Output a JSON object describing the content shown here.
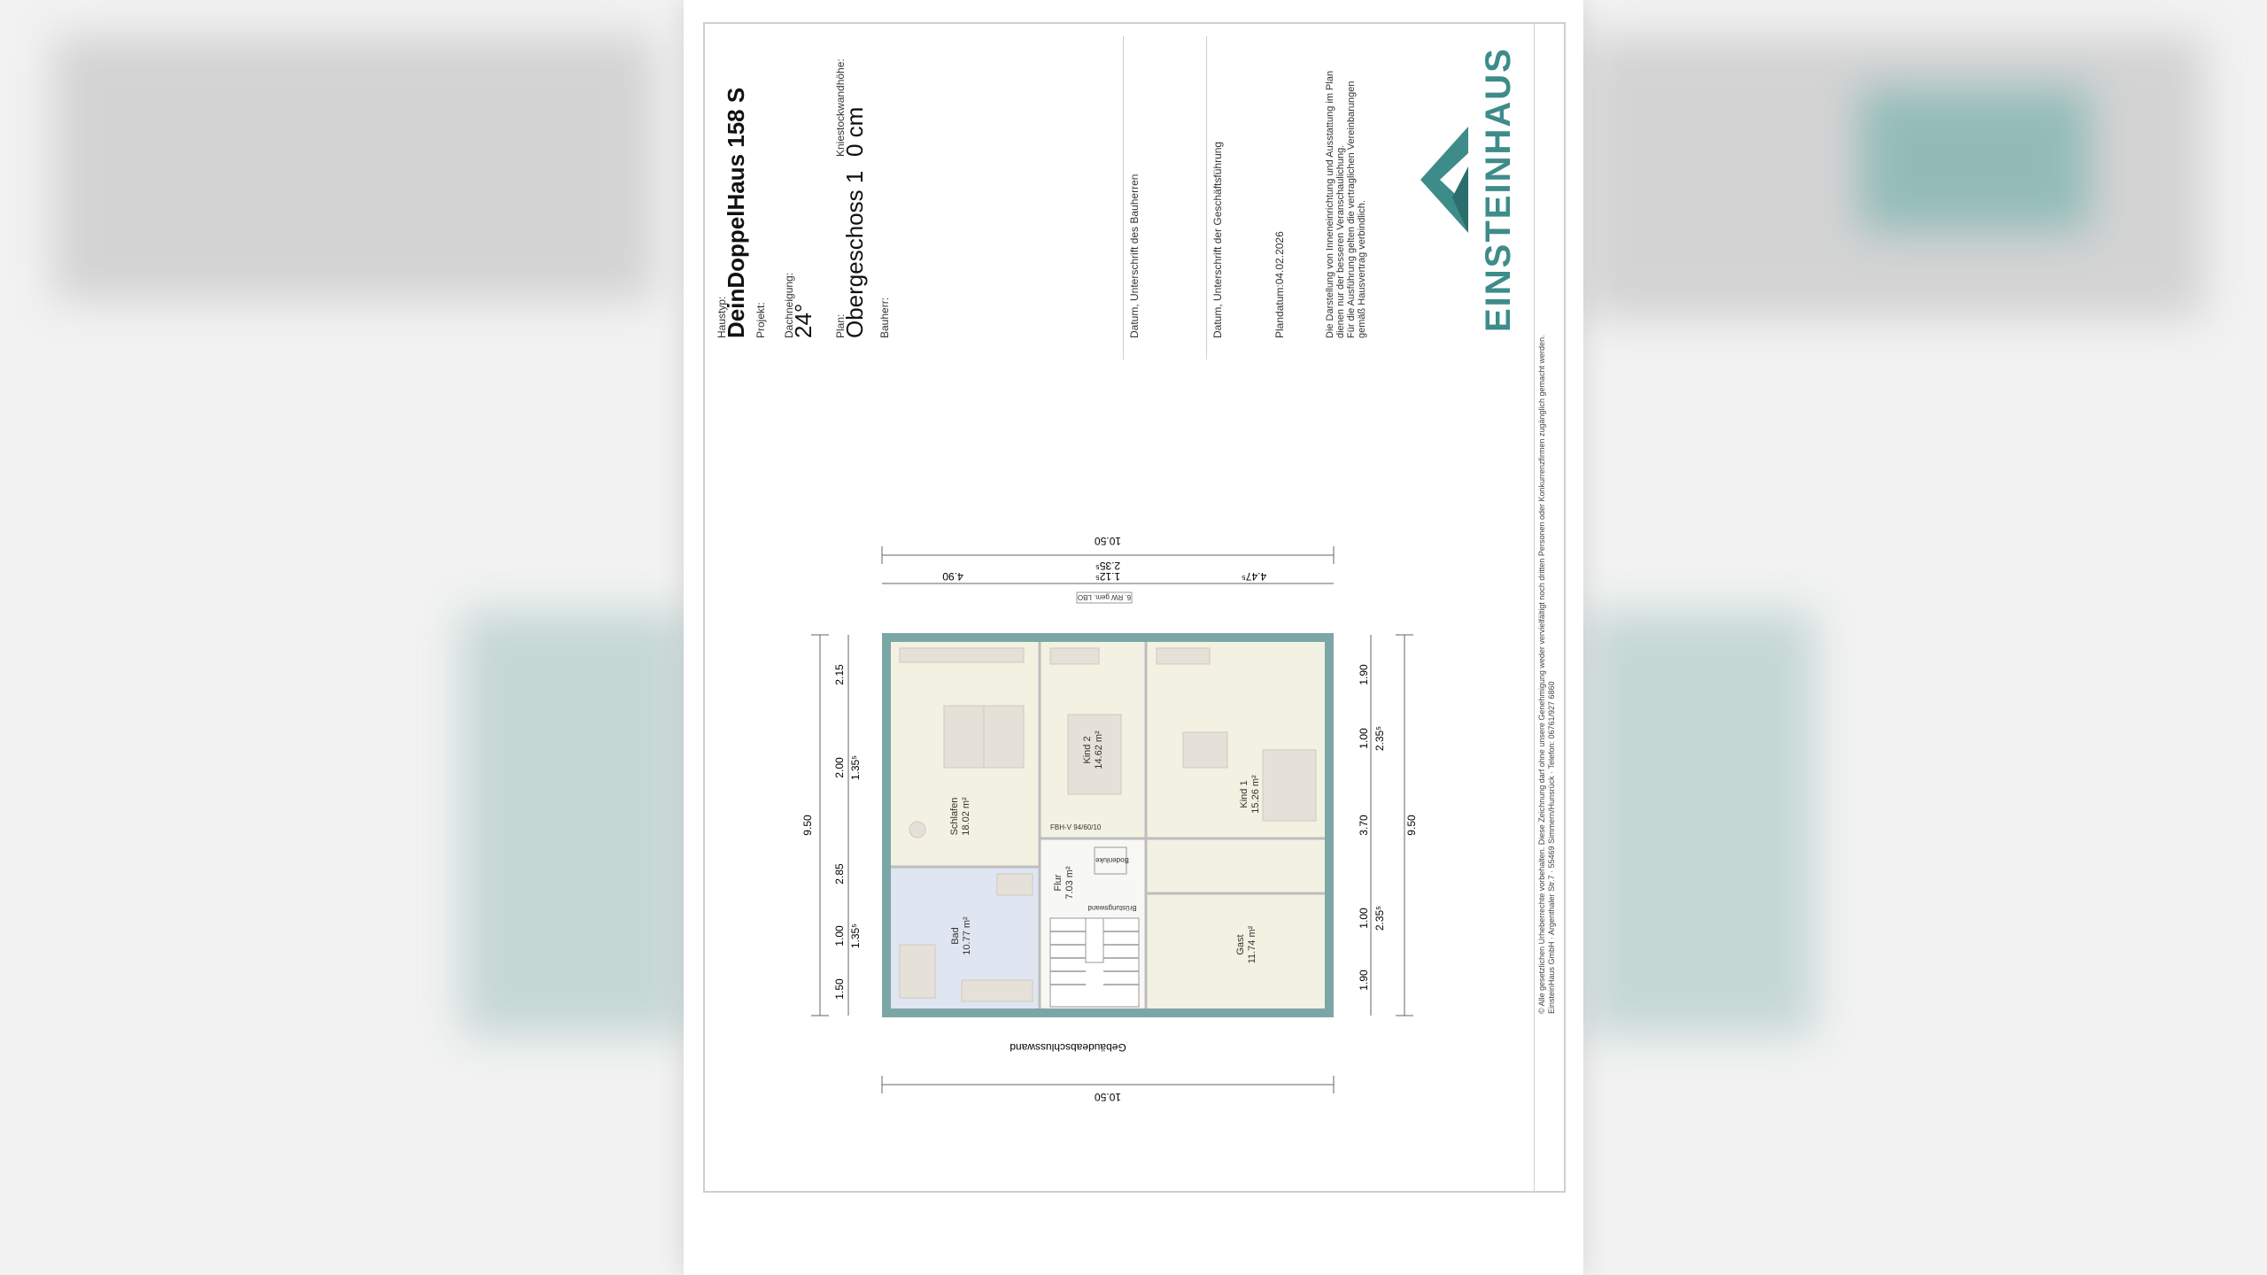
{
  "title_block": {
    "haustyp_label": "Haustyp:",
    "haustyp_value": "DeinDoppelHaus 158 S",
    "projekt_label": "Projekt:",
    "dachneigung_label": "Dachneigung:",
    "dachneigung_value": "24°",
    "kniestock_label": "Kniestockwandhöhe:",
    "kniestock_value": "0 cm",
    "plan_label": "Plan:",
    "plan_value": "Obergeschoss 1",
    "bauherr_label": "Bauherr:",
    "sig_bauherren": "Datum, Unterschrift des Bauherren",
    "sig_geschaeftsfuehrung": "Datum, Unterschrift der Geschäftsführung",
    "plandatum": "Plandatum:04.02.2026",
    "disclaimer": [
      "Die Darstellung von Inneneinrichtung und Ausstattung im Plan",
      "dienen nur der besseren Veranschaulichung.",
      "Für die Ausführung gelten die vertraglichen Vereinbarungen",
      "gemäß Hausvertrag verbindlich."
    ],
    "logo": "EINSTEINHAUS",
    "logo_color": "#3d8c8a",
    "copyright": [
      "© Alle gesetzlichen Urheberrechte vorbehalten. Diese Zeichnung darf ohne unsere Genehmigung weder vervielfältigt noch dritten Personen oder Konkurrenzfirmen zugänglich gemacht werden.",
      "EinsteinHaus GmbH · Argenthaler Str.7 · 55469 Simmern/Hunsrück · Telefon: 06761/927 6860"
    ]
  },
  "floorplan": {
    "rooms": [
      {
        "name": "Schlafen",
        "area": "18.02 m²"
      },
      {
        "name": "Kind 2",
        "area": "14.62 m²"
      },
      {
        "name": "Kind 1",
        "area": "15.26 m²"
      },
      {
        "name": "Bad",
        "area": "10.77 m²"
      },
      {
        "name": "Flur",
        "area": "7.03 m²"
      },
      {
        "name": "Gast",
        "area": "11.74 m²"
      }
    ],
    "labels": {
      "fbh": "FBH-V 94/60/10",
      "bodenluke": "Bodenluke",
      "bruestungswand": "Brüstungswand",
      "gebaeude": "Gebäudeabschlusswand",
      "rw": "6. RW gem. LBO"
    },
    "dims_top": {
      "total": "10.50",
      "a": "4.90",
      "b": "1.12⁵",
      "c": "2.35⁵",
      "d": "4.47⁵"
    },
    "dims_bottom": {
      "total": "10.50"
    },
    "dims_left": {
      "total": "9.50",
      "segments": [
        "2.15",
        "2.00",
        "2.85",
        "1.00",
        "1.50"
      ],
      "inner": [
        "1.35⁵",
        "1.35⁵"
      ]
    },
    "dims_right": {
      "total": "9.50",
      "segments": [
        "1.90",
        "1.00",
        "3.70",
        "1.00",
        "1.90"
      ],
      "inner": [
        "2.35⁵",
        "2.35⁵"
      ]
    }
  }
}
